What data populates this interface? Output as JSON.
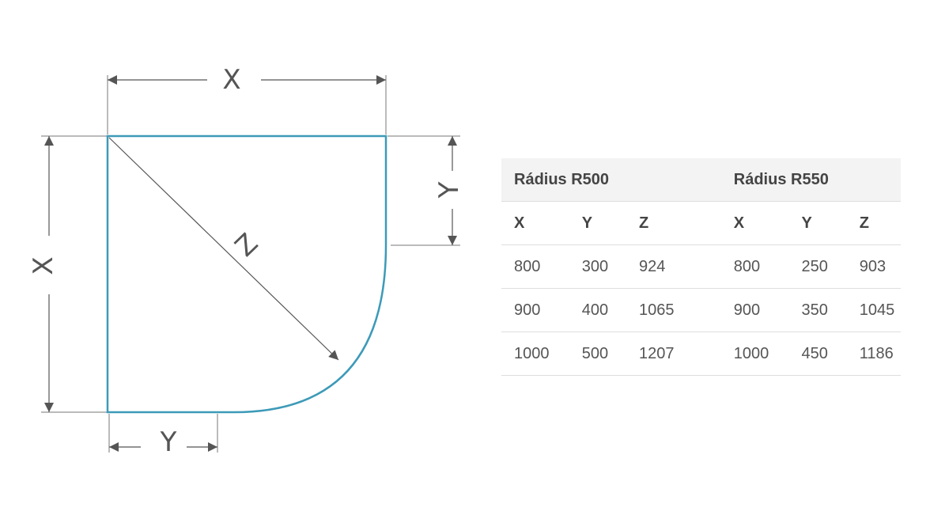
{
  "diagram": {
    "label_x_top": "X",
    "label_x_left": "X",
    "label_y_right": "Y",
    "label_y_bottom": "Y",
    "label_z": "Z",
    "outline_color": "#3d9ab8",
    "dimension_color": "#555555"
  },
  "table": {
    "group1_title": "Rádius R500",
    "group2_title": "Rádius R550",
    "columns": [
      "X",
      "Y",
      "Z",
      "X",
      "Y",
      "Z"
    ],
    "rows": [
      [
        "800",
        "300",
        "924",
        "800",
        "250",
        "903"
      ],
      [
        "900",
        "400",
        "1065",
        "900",
        "350",
        "1045"
      ],
      [
        "1000",
        "500",
        "1207",
        "1000",
        "450",
        "1186"
      ]
    ]
  }
}
